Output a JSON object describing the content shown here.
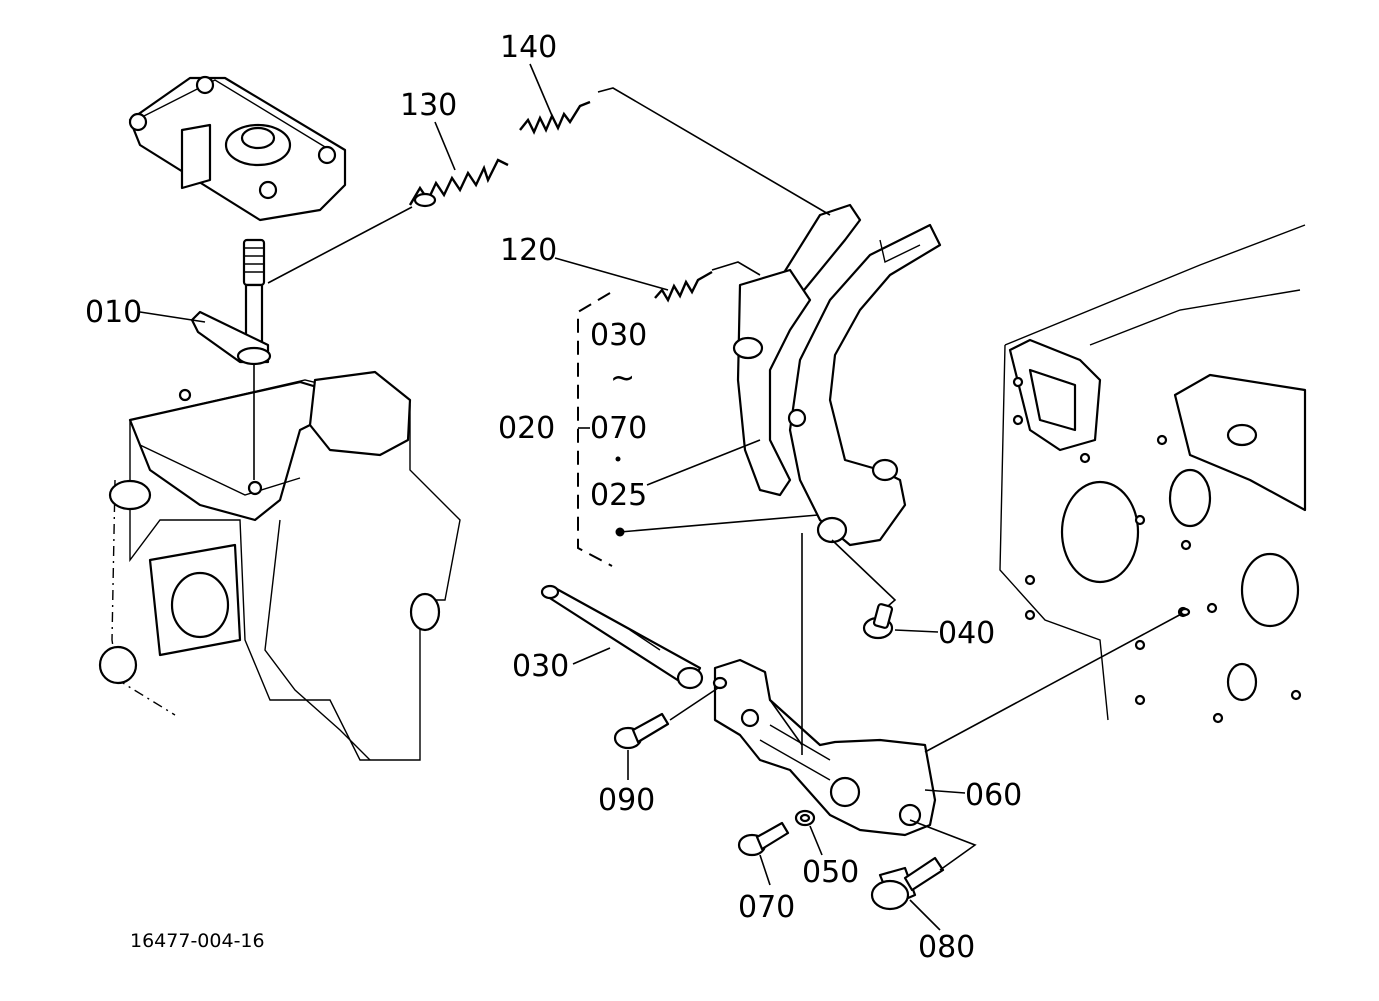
{
  "drawing_number": "16477-004-16",
  "callouts": {
    "c010": "010",
    "c020": "020",
    "c025": "025",
    "c030_group": "030",
    "c030": "030",
    "c040": "040",
    "c050": "050",
    "c060": "060",
    "c070_group": "070",
    "c070": "070",
    "c080": "080",
    "c090": "090",
    "c120": "120",
    "c130": "130",
    "c140": "140"
  },
  "group_range_symbol": "~"
}
